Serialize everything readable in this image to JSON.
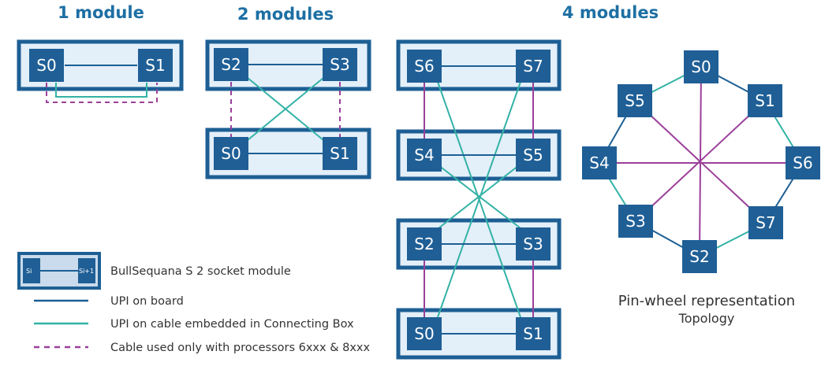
{
  "titles": {
    "one_module": "1 module",
    "two_modules": "2 modules",
    "four_modules": "4 modules"
  },
  "sockets": {
    "m1_s0": "S0",
    "m1_s1": "S1",
    "m2_s2": "S2",
    "m2_s3": "S3",
    "m2_s0": "S0",
    "m2_s1": "S1",
    "m4_s6": "S6",
    "m4_s7": "S7",
    "m4_s4": "S4",
    "m4_s5": "S5",
    "m4_s2": "S2",
    "m4_s3": "S3",
    "m4_s0": "S0",
    "m4_s1": "S1",
    "pw_s0": "S0",
    "pw_s1": "S1",
    "pw_s6": "S6",
    "pw_s7": "S7",
    "pw_s2": "S2",
    "pw_s3": "S3",
    "pw_s4": "S4",
    "pw_s5": "S5"
  },
  "legend": {
    "module_si": "Si",
    "module_si1": "Si+1",
    "module_label": "BullSequana S 2 socket module",
    "upi_board": "UPI on board",
    "upi_cable": "UPI on cable embedded in Connecting Box",
    "cable_dashed": "Cable used only with processors 6xxx & 8xxx"
  },
  "pinwheel": {
    "caption": "Pin-wheel representation",
    "subcaption": "Topology"
  },
  "colors": {
    "upi_board": "#1d5f94",
    "upi_cable": "#33b2a6",
    "cable_dashed": "#9b3f9a",
    "socket_fill": "#1f5f96",
    "module_fill": "#e3eff9",
    "module_border": "#1d5f94",
    "title": "#1d6fa3"
  }
}
